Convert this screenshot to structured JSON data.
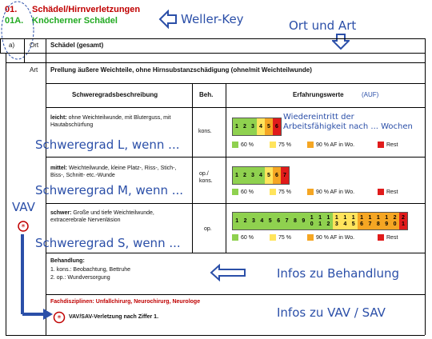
{
  "header": {
    "code1": "01.",
    "title1": "Schädel/Hirnverletzungen",
    "code2": "01A.",
    "title2": "Knöcherner Schädel"
  },
  "annotations": {
    "weller_key": "Weller-Key",
    "ort_und_art": "Ort und Art",
    "vav": "VAV",
    "schweregrad_l": "Schweregrad L, wenn ...",
    "schweregrad_m": "Schweregrad M, wenn ...",
    "schweregrad_s": "Schweregrad S, wenn ...",
    "infos_behandlung": "Infos zu Behandlung",
    "infos_vav_sav": "Infos zu VAV / SAV",
    "wiedereintritt": "Wiedereintritt der Arbeitsfähigkeit nach ... Wochen"
  },
  "table": {
    "col_a": "a)",
    "col_ort": "Ort",
    "ort_value": "Schädel (gesamt)",
    "col_art": "Art",
    "art_value": "Prellung äußere Weichteile, ohne Hirnsubstanzschädigung (ohne/mit Weichteilwunde)",
    "h_schwere": "Schweregradsbeschreibung",
    "h_beh": "Beh.",
    "h_erfahrung": "Erfahrungswerte",
    "h_auf": "(AUF)",
    "rows": [
      {
        "label": "leicht:",
        "desc": "ohne Weichteilwunde, mit Bluterguss, mit Hautabschürfung",
        "beh": "kons.",
        "cells": [
          "1",
          "2",
          "3",
          "4",
          "5",
          "6"
        ]
      },
      {
        "label": "mittel:",
        "desc": "Weichteilwunde, kleine Platz-, Riss-, Stich-, Biss-, Schnitt- etc.-Wunde",
        "beh": "op./ kons.",
        "cells": [
          "1",
          "2",
          "3",
          "4",
          "5",
          "6",
          "7"
        ]
      },
      {
        "label": "schwer:",
        "desc": "Große und tiefe Weichteilwunde, extracerebrale Nervenläsion",
        "beh": "op.",
        "cells": [
          "1",
          "2",
          "3",
          "4",
          "5",
          "6",
          "7",
          "8",
          "9",
          "1 0",
          "1 1",
          "1 2",
          "1 3",
          "1 4",
          "1 5",
          "1 6",
          "1 7",
          "1 8",
          "1 9",
          "2 0",
          "2 1"
        ]
      }
    ],
    "legend": [
      "60 %",
      "75 %",
      "90 % AF in Wo.",
      "Rest"
    ],
    "behandlung_title": "Behandlung:",
    "behandlung_1": "1. kons.: Beobachtung, Bettruhe",
    "behandlung_2": "2. op.: Wundversorgung",
    "fach_label": "Fachdisziplinen:",
    "fach_value": "Unfallchirurg, Neurochirurg, Neurologe",
    "vav_text": "VAV/SAV-Verletzung nach Ziffer 1."
  },
  "colors": {
    "accent": "#2b4fa8",
    "green": "#8fd14f",
    "yellow": "#ffe45c",
    "orange": "#f5a623",
    "red": "#e01b1b",
    "header_red": "#c00000",
    "header_green": "#22aa22"
  }
}
